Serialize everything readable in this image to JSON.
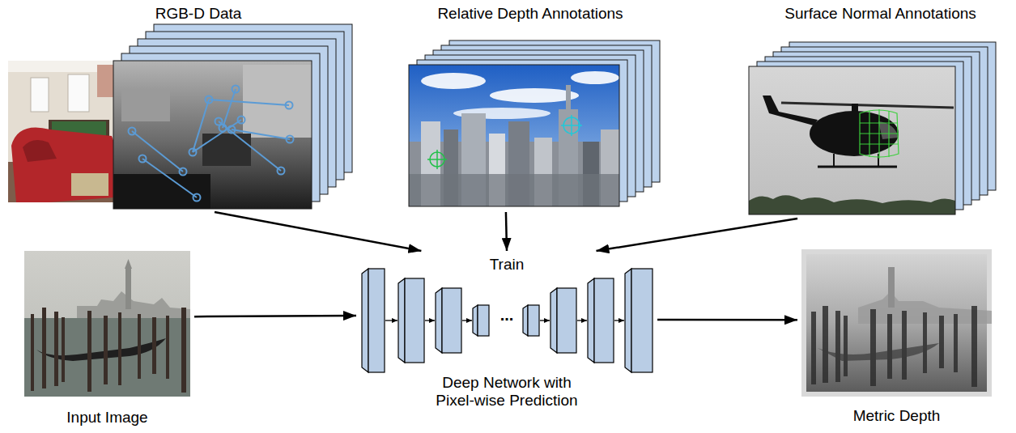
{
  "diagram": {
    "nodes": [
      {
        "text": [
          "RGB-D Data"
        ]
      },
      {
        "text": [
          "Relative Depth Annotations"
        ]
      },
      {
        "text": [
          "Surface Normal Annotations"
        ]
      },
      {
        "text": [
          "Input Image"
        ]
      },
      {
        "text": [
          "Train",
          "Deep Network with Pixel-wise Prediction"
        ]
      },
      {
        "text": [
          "Metric Depth"
        ]
      }
    ],
    "edges": [
      {
        "from": 0,
        "to": 4,
        "arrow": "to"
      },
      {
        "from": 1,
        "to": 4,
        "arrow": "to"
      },
      {
        "from": 2,
        "to": 4,
        "arrow": "to"
      },
      {
        "from": 3,
        "to": 4,
        "arrow": "to"
      },
      {
        "from": 4,
        "to": 5,
        "arrow": "to"
      }
    ],
    "labels": [
      "..."
    ]
  }
}
